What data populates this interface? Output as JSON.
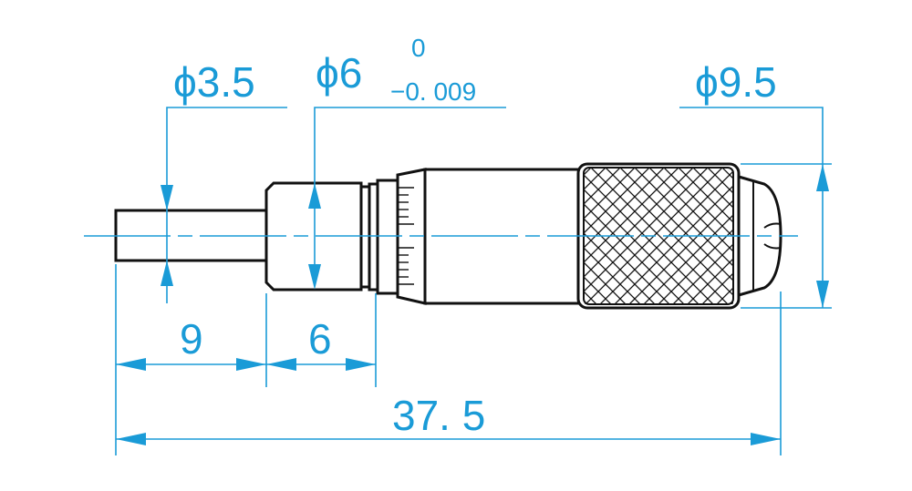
{
  "dimensions": {
    "spindle_diameter": "ϕ3.5",
    "sleeve_diameter": "ϕ6",
    "sleeve_tol_upper": "0",
    "sleeve_tol_lower": "−0. 009",
    "thimble_diameter": "ϕ9.5",
    "spindle_length": "9",
    "sleeve_length": "6",
    "overall_length": "37. 5"
  },
  "colors": {
    "dimension": "#1a9bd7",
    "outline": "#111111"
  }
}
